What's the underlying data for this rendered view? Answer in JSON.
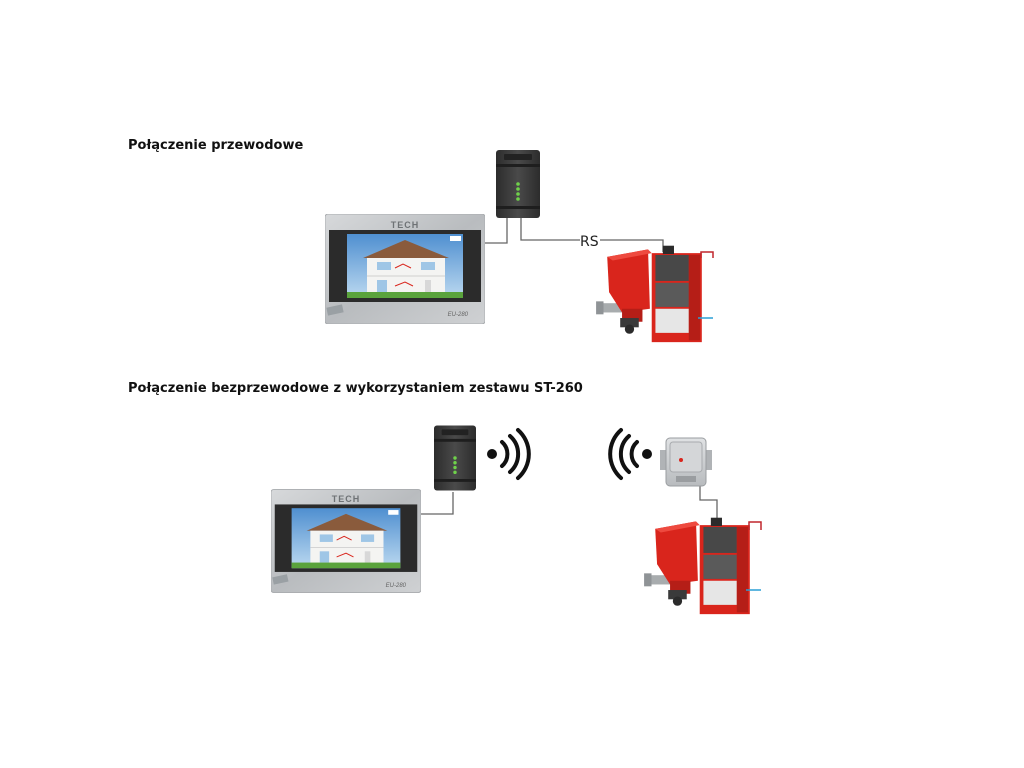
{
  "sections": {
    "wired": {
      "title": "Połączenie przewodowe",
      "link_label": "RS"
    },
    "wireless": {
      "title": "Połączenie bezprzewodowe z wykorzystaniem zestawu ST-260"
    }
  },
  "devices": {
    "panel_brand": "TECH",
    "panel_model": "EU-280"
  },
  "colors": {
    "boiler_red": "#d9251c",
    "hot_pipe": "#c0272d",
    "cold_pipe": "#2a9fd6",
    "module_dark": "#3a3a3a",
    "panel_frame": "#c9cbcd",
    "led_green": "#6fd24a"
  },
  "icons": {
    "wireless_out": "wifi-signal-right-icon",
    "wireless_in": "wifi-signal-left-icon"
  }
}
